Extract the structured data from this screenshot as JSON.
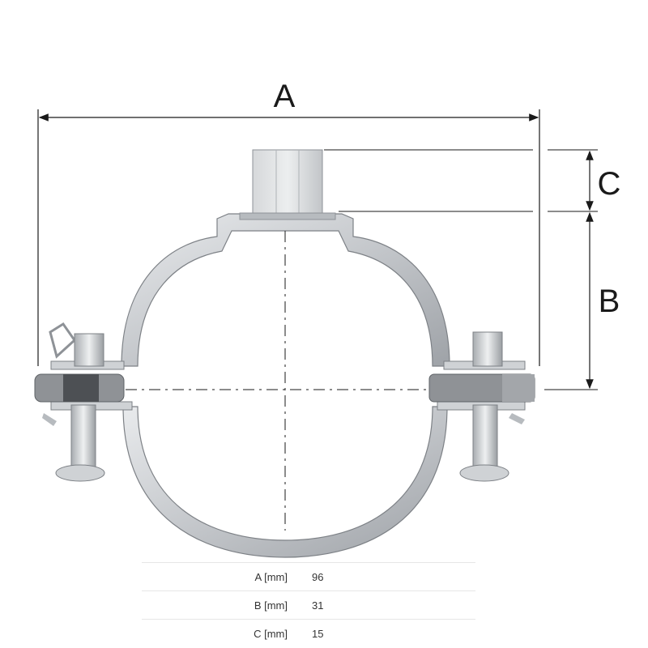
{
  "dimensions": {
    "a_label": "A",
    "b_label": "B",
    "c_label": "C"
  },
  "specs": [
    {
      "label": "A [mm]",
      "value": "96"
    },
    {
      "label": "B [mm]",
      "value": "31"
    },
    {
      "label": "C [mm]",
      "value": "15"
    }
  ],
  "colors": {
    "line": "#1a1a1a",
    "metal": "#c9ccd0",
    "metal_dark": "#8e9297",
    "rubber": "#9a9a9a"
  }
}
